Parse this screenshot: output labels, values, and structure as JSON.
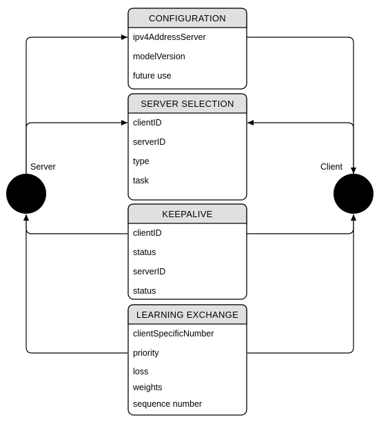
{
  "colors": {
    "header_fill": "#e0e0e0",
    "body_fill": "#ffffff",
    "stroke": "#000000",
    "node_fill": "#000000"
  },
  "nodes": {
    "server": {
      "label": "Server"
    },
    "client": {
      "label": "Client"
    }
  },
  "boxes": [
    {
      "id": "configuration",
      "title": "CONFIGURATION",
      "fields": [
        "ipv4AddressServer",
        "modelVersion",
        "future use"
      ]
    },
    {
      "id": "server-selection",
      "title": "SERVER SELECTION",
      "fields": [
        "clientID",
        "serverID",
        "type",
        "task"
      ]
    },
    {
      "id": "keepalive",
      "title": "KEEPALIVE",
      "fields": [
        "clientID",
        "status",
        "serverID",
        "status"
      ]
    },
    {
      "id": "learning-exchange",
      "title": "LEARNING EXCHANGE",
      "fields": [
        "clientSpecificNumber",
        "priority",
        "loss",
        "weights",
        "sequence number"
      ]
    }
  ]
}
